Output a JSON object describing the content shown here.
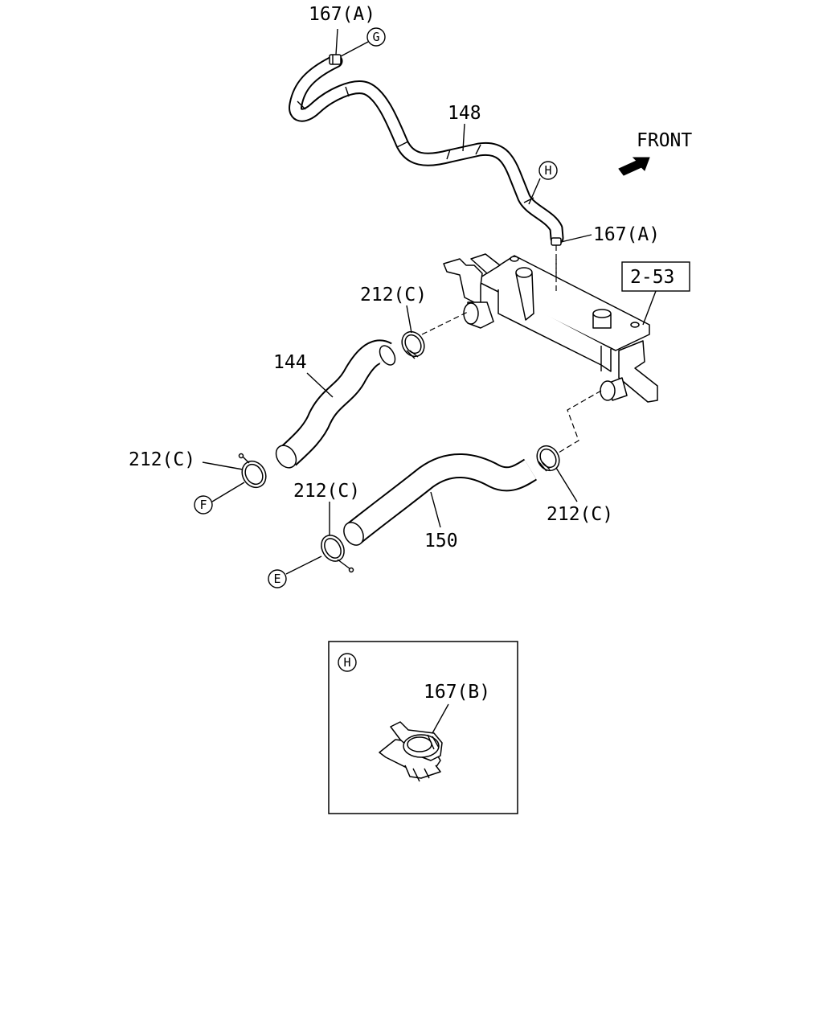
{
  "callouts": {
    "part_167a_top": "167(A)",
    "part_167a_right": "167(A)",
    "part_148": "148",
    "part_144": "144",
    "part_150": "150",
    "part_212c_upper": "212(C)",
    "part_212c_left": "212(C)",
    "part_212c_lower_left": "212(C)",
    "part_212c_lower_right": "212(C)",
    "ref_2_53": "2-53",
    "front": "FRONT"
  },
  "circle_markers": {
    "g": "G",
    "h": "H",
    "f": "F",
    "e": "E"
  },
  "detail_view": {
    "marker": "H",
    "part_167b": "167(B)"
  },
  "icons": {
    "front_arrow": "front-direction-arrow-icon"
  }
}
